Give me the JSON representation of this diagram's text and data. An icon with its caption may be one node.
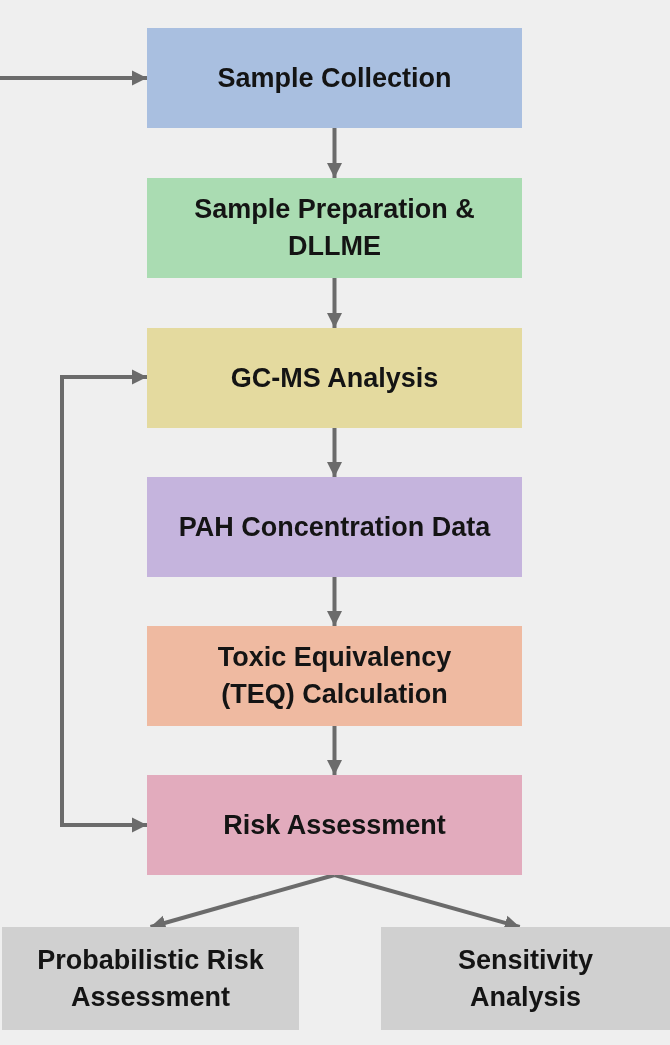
{
  "diagram": {
    "nodes": [
      {
        "text": [
          "Sample Collection"
        ]
      },
      {
        "text": [
          "Sample Preparation & DLLME"
        ]
      },
      {
        "text": [
          "GC-MS Analysis"
        ]
      },
      {
        "text": [
          "PAH Concentration Data"
        ]
      },
      {
        "text": [
          "Toxic Equivalency (TEQ) Calculation"
        ]
      },
      {
        "text": [
          "Risk Assessment"
        ]
      },
      {
        "text": [
          "Probabilistic Risk Assessment"
        ]
      },
      {
        "text": [
          "Sensitivity Analysis"
        ]
      }
    ],
    "edges": [
      {
        "from": null,
        "to": 0,
        "arrow": "to"
      },
      {
        "from": 0,
        "to": 1,
        "arrow": "to"
      },
      {
        "from": 1,
        "to": 2,
        "arrow": "to"
      },
      {
        "from": 2,
        "to": 3,
        "arrow": "to"
      },
      {
        "from": 3,
        "to": 4,
        "arrow": "to"
      },
      {
        "from": 4,
        "to": 5,
        "arrow": "to"
      },
      {
        "from": 5,
        "to": 2,
        "arrow": "both"
      },
      {
        "from": 5,
        "to": 6,
        "arrow": "to"
      },
      {
        "from": 5,
        "to": 7,
        "arrow": "to"
      }
    ]
  }
}
